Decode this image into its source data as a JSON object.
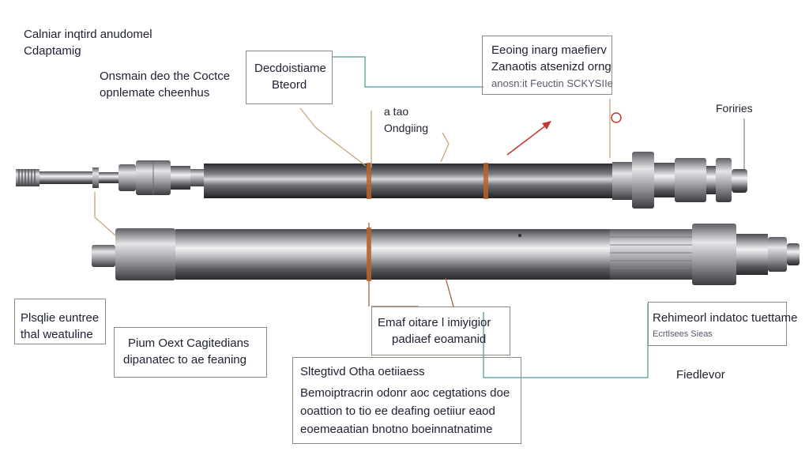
{
  "labels": {
    "top_left": [
      "Calniar inqtird anudomel",
      "Cdaptamig"
    ],
    "top_left_desc": [
      "Onsmain deo the Coctce",
      "opnlemate cheenhus"
    ],
    "box_center_top": [
      "Decdoistiame",
      "Bteord"
    ],
    "center_small": [
      "a   tao",
      "Ondgiing"
    ],
    "top_right": [
      "Eeoing inarg maefierv",
      "Zanaotis atsenizd orng",
      "anosn:it Feuctin SCKYSIIe"
    ],
    "far_right": "Foriries",
    "left_mid": [
      "Plsqlie euntree",
      "thal weatuline"
    ],
    "left_mid_desc": [
      "Pium Oext Cagitedians",
      "dipanatec to ae feaning"
    ],
    "center_low": [
      "Emaf oitare l imiyigior",
      "padiaef eoamanid"
    ],
    "right_mid": [
      "Rehimeorl indatoc tuettame",
      "Ecrtlsees   Sieas"
    ],
    "right_mid_sub": "Fiedlevor",
    "bottom_center_title": "Sltegtivd Otha oetiiaess",
    "bottom_center_desc": [
      "Bemoiptracrin odonr aoc cegtations doe",
      "ooattion to tio ee deafing oetiiur eaod",
      "eoemeaatian bnotno boeinnatnatime"
    ]
  },
  "colors": {
    "label_text": "#1d2030",
    "box_border": "#8e8a80",
    "leader_tan": "#c6a877",
    "leader_teal": "#4f9e99",
    "leader_brown": "#a3643a",
    "arrow_red": "#c23b2e",
    "steel_dark": "#3a3b3f",
    "steel_light": "#d9dadc",
    "copper_band": "#b8642c"
  }
}
